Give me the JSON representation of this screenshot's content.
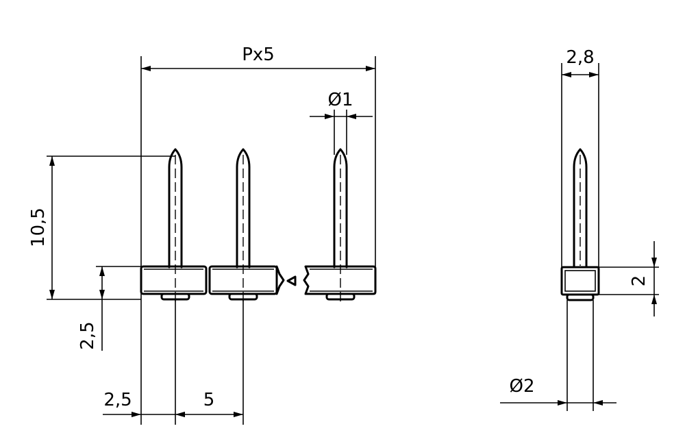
{
  "dimensions": {
    "pitch_total": "Px5",
    "pin_diameter_front": "Ø1",
    "pin_height": "10,5",
    "body_height_front": "2,5",
    "first_pin_offset": "2,5",
    "pin_pitch": "5",
    "body_width_side": "2,8",
    "body_height_side": "2",
    "pin_diameter_side": "Ø2"
  }
}
